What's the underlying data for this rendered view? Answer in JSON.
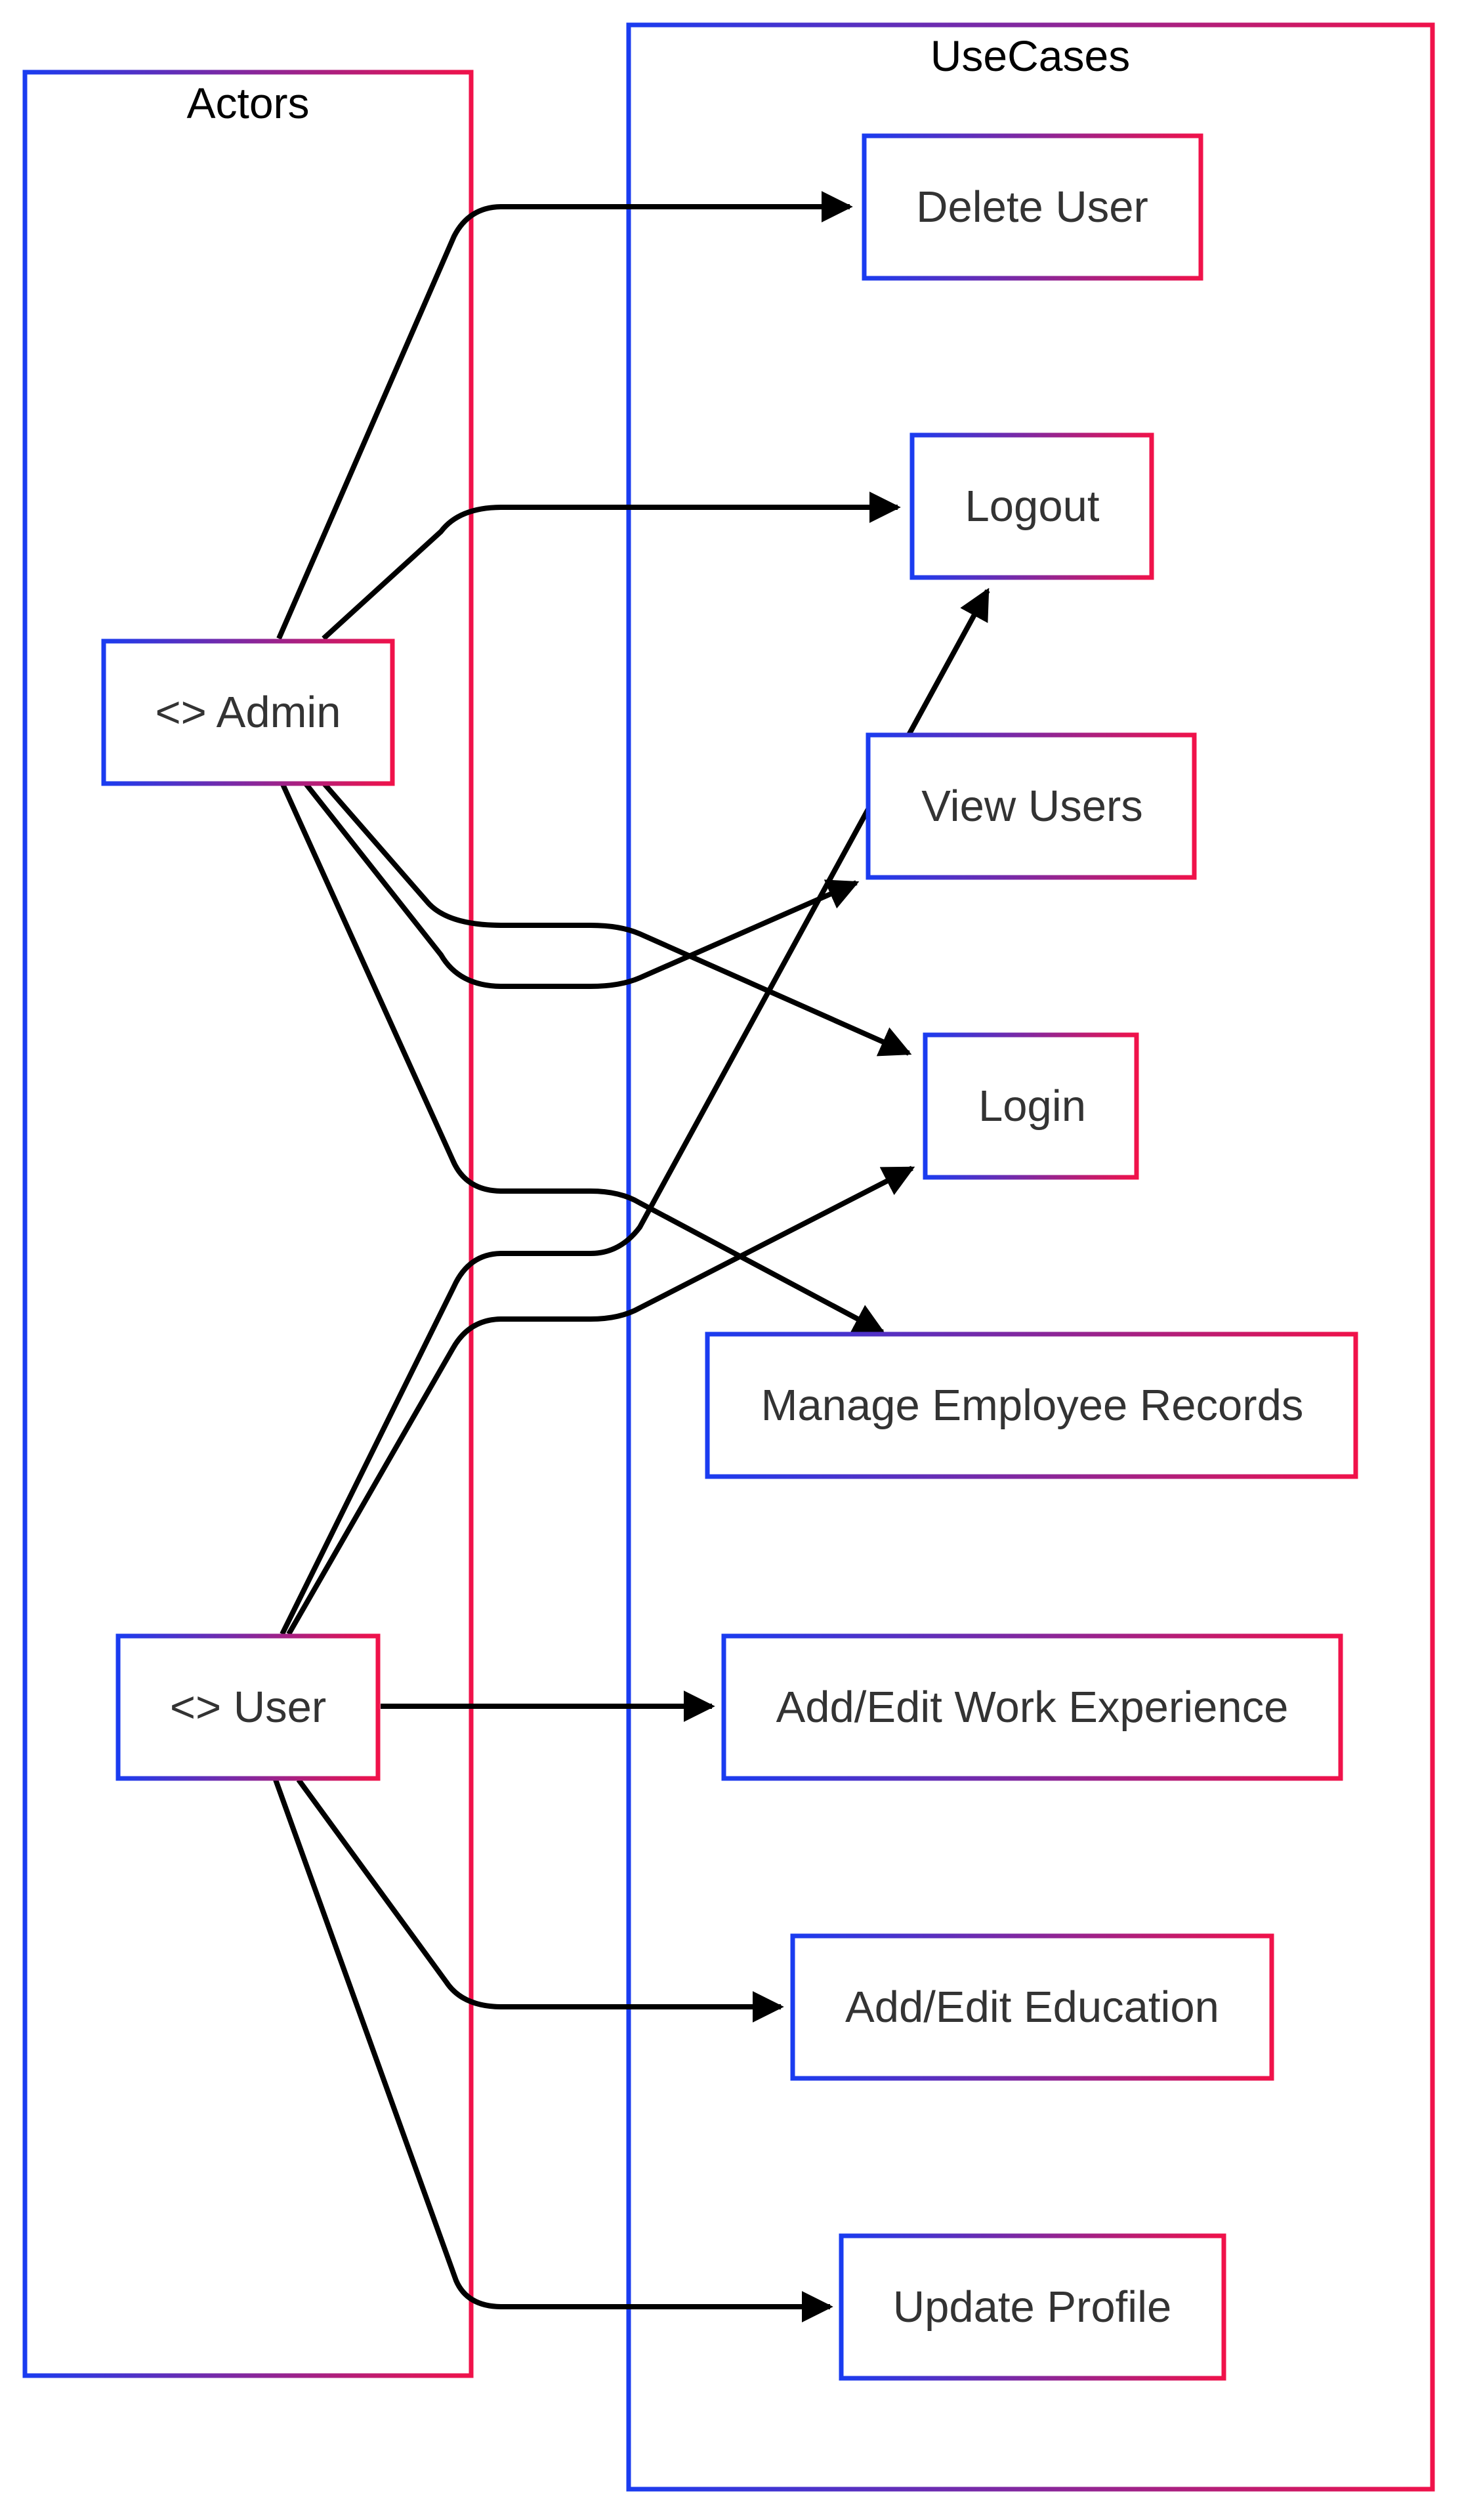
{
  "colors": {
    "border_gradient_start": "#1a3cf0",
    "border_gradient_end": "#f0124a",
    "edge": "#000000",
    "node_text": "#333333",
    "group_text": "#000000",
    "background": "#ffffff"
  },
  "groups": {
    "actors": {
      "label": "Actors"
    },
    "usecases": {
      "label": "UseCases"
    }
  },
  "actors": {
    "admin": {
      "label": "<> Admin"
    },
    "user": {
      "label": "<> User"
    }
  },
  "usecases": {
    "delete_user": {
      "label": "Delete User"
    },
    "logout": {
      "label": "Logout"
    },
    "view_users": {
      "label": "View Users"
    },
    "login": {
      "label": "Login"
    },
    "manage_records": {
      "label": "Manage Employee Records"
    },
    "work_experience": {
      "label": "Add/Edit Work Experience"
    },
    "education": {
      "label": "Add/Edit Education"
    },
    "update_profile": {
      "label": "Update Profile"
    }
  },
  "edges": [
    {
      "from": "admin",
      "to": "delete_user"
    },
    {
      "from": "admin",
      "to": "logout"
    },
    {
      "from": "admin",
      "to": "login"
    },
    {
      "from": "admin",
      "to": "view_users"
    },
    {
      "from": "admin",
      "to": "manage_records"
    },
    {
      "from": "user",
      "to": "logout"
    },
    {
      "from": "user",
      "to": "login"
    },
    {
      "from": "user",
      "to": "work_experience"
    },
    {
      "from": "user",
      "to": "education"
    },
    {
      "from": "user",
      "to": "update_profile"
    }
  ]
}
